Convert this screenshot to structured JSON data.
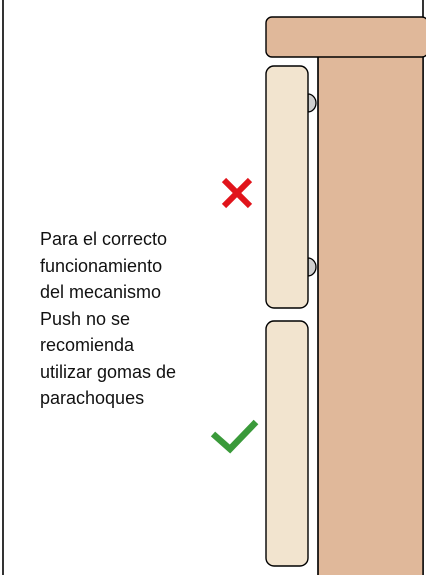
{
  "note": {
    "lines": [
      "Para el correcto",
      "funcionamiento",
      "del mecanismo",
      "Push no se",
      "recomienda",
      "utilizar gomas de",
      "parachoques"
    ]
  },
  "colors": {
    "cabinet_body": "#e0b89a",
    "door_panel": "#f2e4cf",
    "bumper": "#cfcfcf",
    "outline": "#000000",
    "incorrect_mark": "#e1141b",
    "correct_mark": "#3a9a3a"
  },
  "icons": {
    "incorrect": "cross-mark-icon",
    "correct": "check-mark-icon"
  }
}
